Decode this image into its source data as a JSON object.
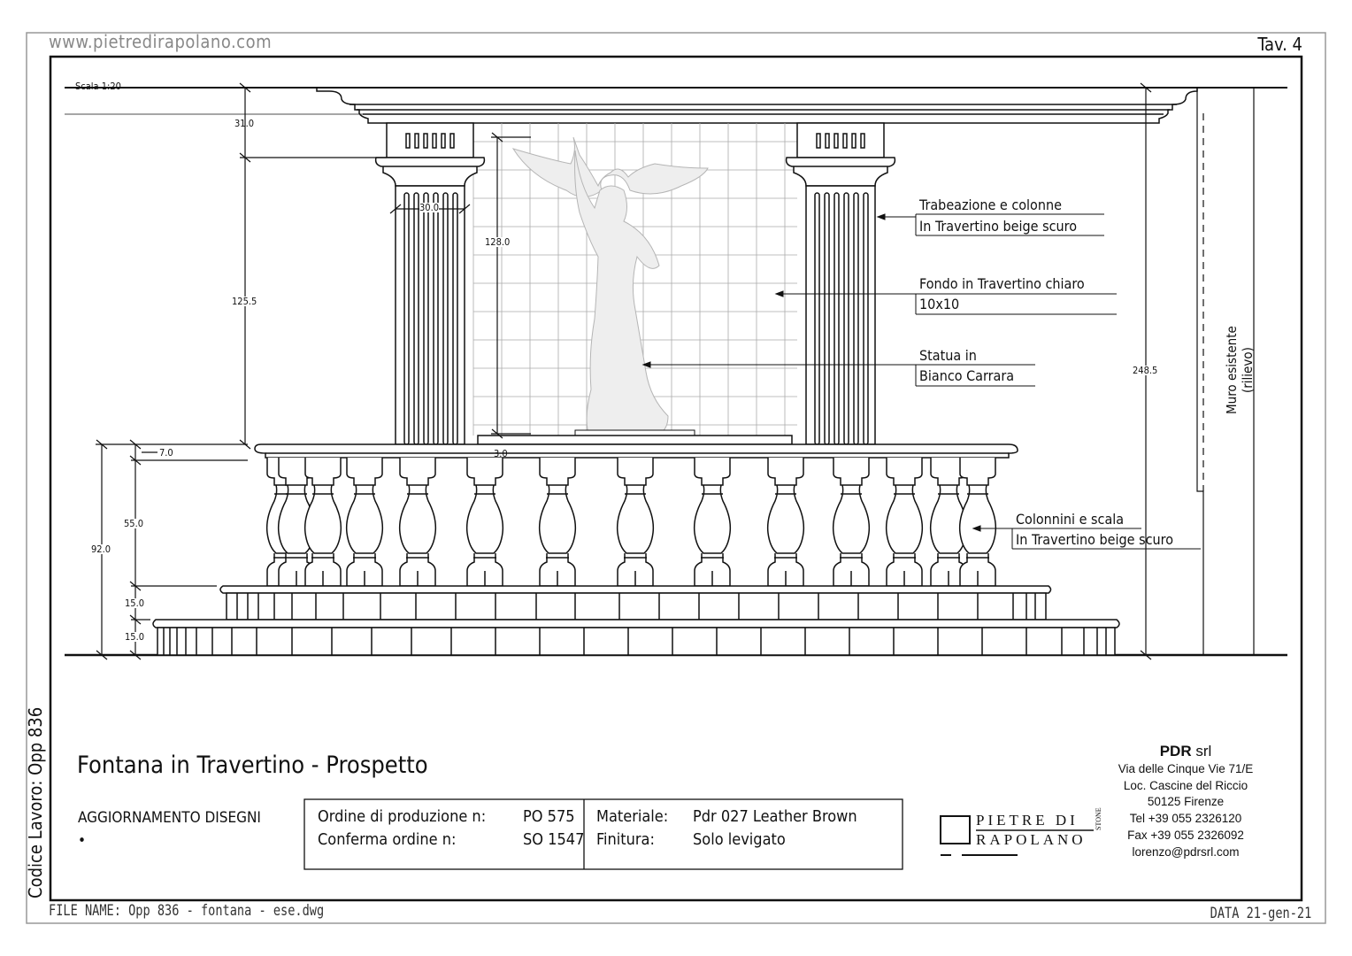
{
  "header": {
    "website": "www.pietredirapolano.com",
    "sheet": "Tav. 4"
  },
  "drawing": {
    "scale": "Scala 1:20",
    "dimensions": {
      "cornice": "31.0",
      "column_height": "125.5",
      "column_width": "30.0",
      "statue_height": "128.0",
      "statue_base": "3.0",
      "rail": "7.0",
      "balusters": "55.0",
      "balustrade_total": "92.0",
      "step_upper": "15.0",
      "step_lower": "15.0",
      "total_height": "248.5"
    },
    "labels": {
      "entablature_1": "Trabeazione e colonne",
      "entablature_2": "In Travertino beige scuro",
      "background_1": "Fondo in Travertino chiaro",
      "background_2": "10x10",
      "statue_1": "Statua in",
      "statue_2": "Bianco Carrara",
      "balusters_1": "Colonnini e scala",
      "balusters_2": "In Travertino beige scuro",
      "wall_1": "Muro esistente",
      "wall_2": "(rilievo)"
    }
  },
  "title_block": {
    "job_code": "Codice Lavoro: Opp 836",
    "title": "Fontana in Travertino - Prospetto",
    "updates_heading": "AGGIORNAMENTO DISEGNI",
    "updates_bullet": "•",
    "order_label": "Ordine di produzione n:",
    "order_value": "PO 575",
    "confirm_label": "Conferma ordine n:",
    "confirm_value": "SO 1547",
    "material_label": "Materiale:",
    "material_value": "Pdr 027 Leather Brown",
    "finish_label": "Finitura:",
    "finish_value": "Solo levigato",
    "logo_line1": "PIETRE DI",
    "logo_line2": "RAPOLANO",
    "logo_stone": "STONE",
    "company": {
      "name": "PDR",
      "suffix": "srl",
      "address1": "Via delle Cinque Vie 71/E",
      "address2": "Loc. Cascine del Riccio",
      "address3": "50125 Firenze",
      "tel": "Tel +39  055 2326120",
      "fax": "Fax +39 055 2326092",
      "email": "lorenzo@pdrsrl.com"
    }
  },
  "footer": {
    "file_name": "FILE NAME: Opp 836 - fontana - ese.dwg",
    "date": "DATA 21-gen-21"
  }
}
